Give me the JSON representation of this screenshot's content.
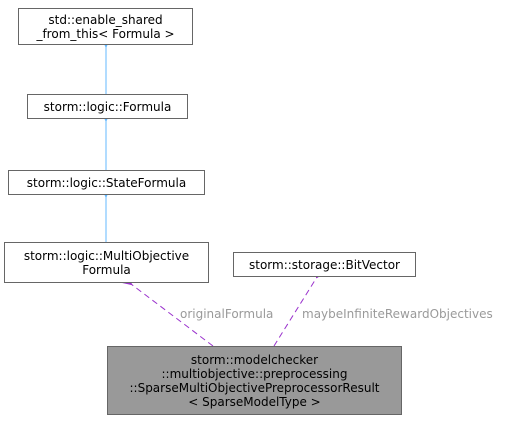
{
  "nodes": {
    "enable_shared": {
      "label": "std::enable_shared\n_from_this< Formula >"
    },
    "formula": {
      "label": "storm::logic::Formula"
    },
    "state_formula": {
      "label": "storm::logic::StateFormula"
    },
    "multi_objective_formula": {
      "label": "storm::logic::MultiObjective\nFormula"
    },
    "bitvector": {
      "label": "storm::storage::BitVector"
    },
    "result": {
      "label": "storm::modelchecker\n::multiobjective::preprocessing\n::SparseMultiObjectivePreprocessorResult\n< SparseModelType >"
    }
  },
  "edges": {
    "original_formula_label": "originalFormula",
    "maybe_infinite_label": "maybeInfiniteRewardObjectives"
  },
  "colors": {
    "inheritance_edge": "#63b8ff",
    "usage_edge": "#9a32cd",
    "highlight_fill": "#999999",
    "node_border": "#666666"
  }
}
